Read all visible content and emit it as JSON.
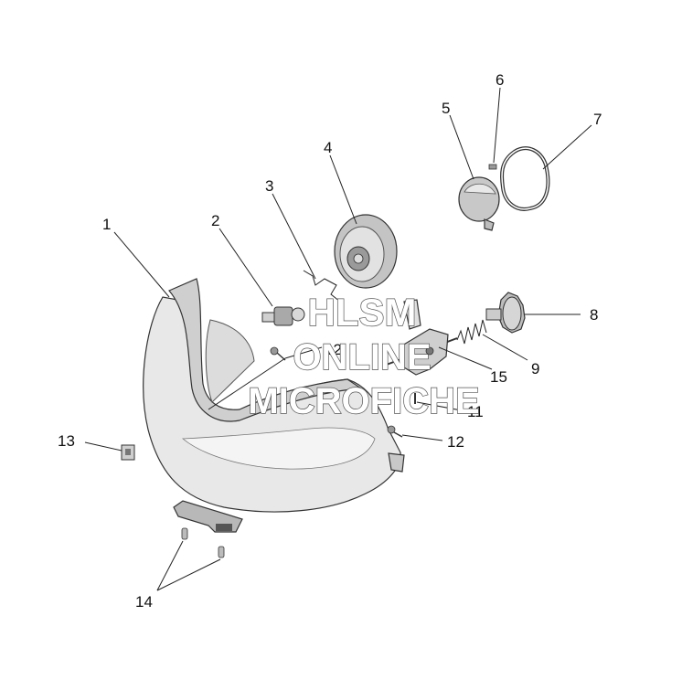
{
  "callouts": [
    "1",
    "2",
    "3",
    "4",
    "5",
    "6",
    "7",
    "8",
    "9",
    "11",
    "12",
    "12",
    "13",
    "14",
    "15"
  ],
  "watermark": {
    "line1": "HLSM",
    "line2": "ONLINE",
    "line3": "MICROFICHE"
  },
  "colors": {
    "line": "#222222",
    "fill_light": "#e6e6e6",
    "fill_mid": "#cfcfcf",
    "fill_dark": "#a8a8a8"
  }
}
